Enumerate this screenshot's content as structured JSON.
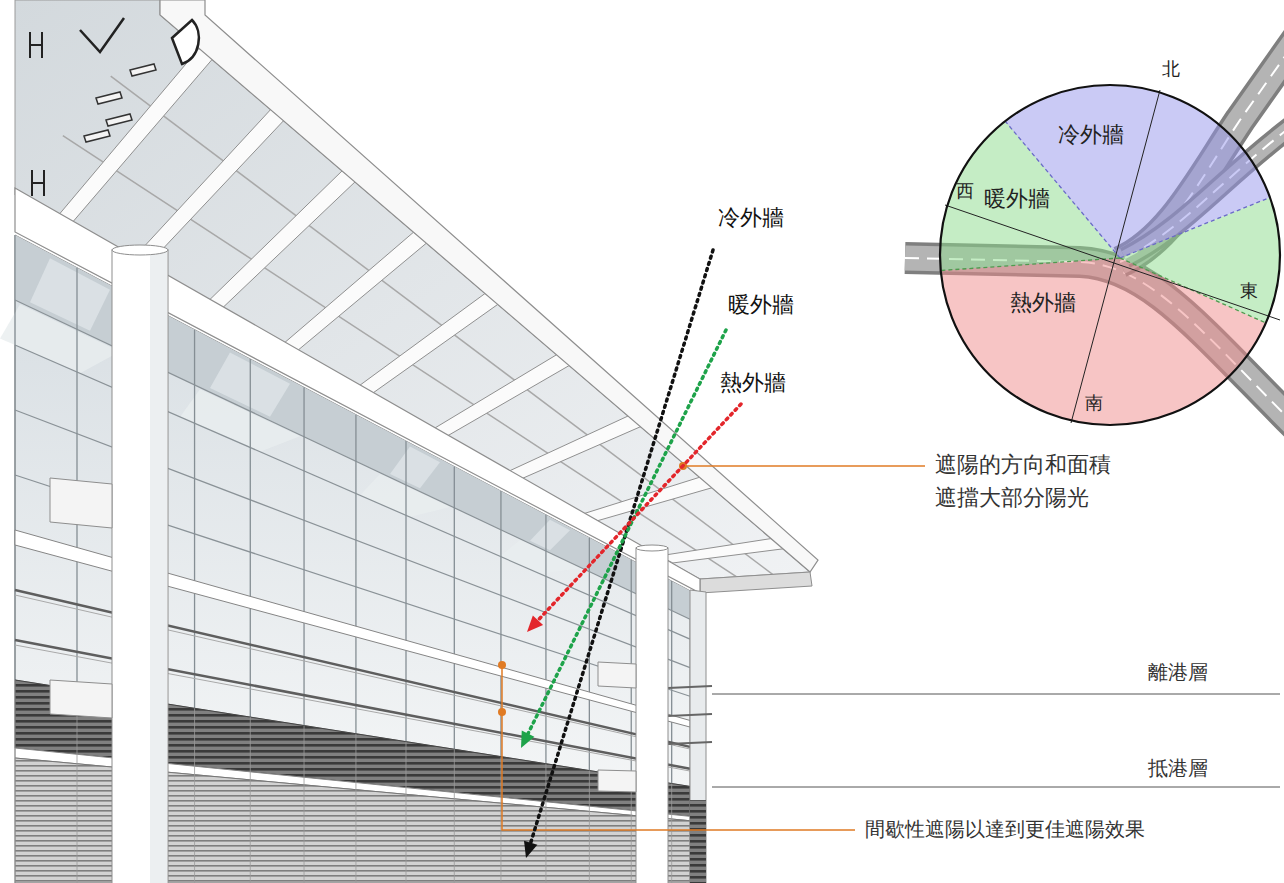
{
  "diagram": {
    "nodes": [
      {
        "text": [
          "冷外牆"
        ]
      },
      {
        "text": [
          "暖外牆"
        ]
      },
      {
        "text": [
          "熱外牆"
        ]
      }
    ],
    "labels": [
      "冷外牆",
      "暖外牆",
      "熱外牆",
      "北",
      "西",
      "東",
      "南",
      "遮陽的方向和面積 遮擋大部分陽光",
      "離港層",
      "抵港層",
      "間歇性遮陽以達到更佳遮陽效果"
    ]
  }
}
